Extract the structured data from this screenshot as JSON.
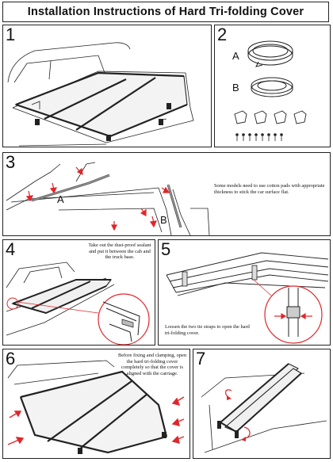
{
  "title": "Installation Instructions of Hard Tri-folding Cover",
  "steps": {
    "s1": {
      "number": "1"
    },
    "s2": {
      "number": "2",
      "label_a": "A",
      "label_b": "B"
    },
    "s3": {
      "number": "3",
      "label_a": "A",
      "label_b": "B",
      "note": "Some models need to use cotton pads with appropriate thickness to stick the car surface flat."
    },
    "s4": {
      "number": "4",
      "note": "Take out the dust-proof sealant and put it between the cab and the truck base."
    },
    "s5": {
      "number": "5",
      "note": "Loosen the two tie straps to open the hard tri-folding cover."
    },
    "s6": {
      "number": "6",
      "note": "Before fixing and clamping, open the hard tri-folding cover completely so that the cover is aligned with the carriage."
    },
    "s7": {
      "number": "7"
    }
  },
  "colors": {
    "line": "#222222",
    "arrow": "#e0262b",
    "soft": "#8a8a8a"
  }
}
